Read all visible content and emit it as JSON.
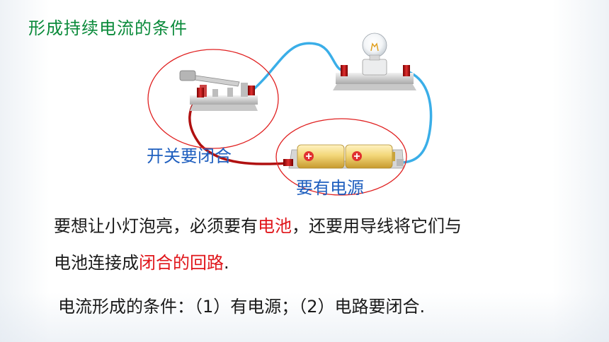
{
  "slide": {
    "title": "形成持续电流的条件",
    "labels": {
      "switch": "开关要闭合",
      "battery": "要有电源"
    },
    "paragraph1": {
      "part1": "要想让小灯泡亮，必须要有",
      "highlight1": "电池",
      "part2": "，还要用导线将它们与"
    },
    "paragraph2": {
      "part1": "电池连接成",
      "highlight1": "闭合的回路",
      "part2": "."
    },
    "conditions": "电流形成的条件：（1）有电源；（2）电路要闭合."
  },
  "colors": {
    "title": "#0a8a3a",
    "label": "#1f5fbf",
    "highlight": "#e0151a",
    "wire_blue": "#3aaee8",
    "wire_red": "#b01010",
    "ellipse": "#e02020"
  },
  "icons": [
    "knife-switch-icon",
    "light-bulb-icon",
    "battery-icon"
  ]
}
